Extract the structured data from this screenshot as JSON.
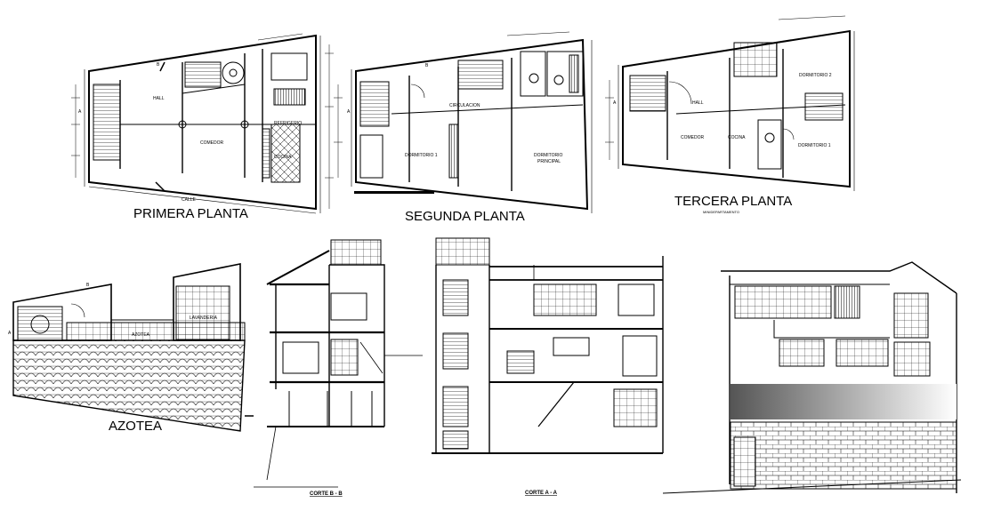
{
  "titles": {
    "primera": "PRIMERA PLANTA",
    "segunda": "SEGUNDA PLANTA",
    "tercera": "TERCERA PLANTA",
    "tercera_sub": "MINIDEPARTAMENTO",
    "azotea": "AZOTEA"
  },
  "rooms": {
    "hall": "HALL",
    "comedor": "COMEDOR",
    "cocina": "COCINA",
    "calle": "CALLE",
    "circulacion": "CIRCULACION",
    "dormitorio1": "DORMITORIO 1",
    "dormitorio2": "DORMITORIO 2",
    "dormitorio_principal_a": "DORMITORIO",
    "dormitorio_principal_b": "PRINCIPAL",
    "lavanderia": "LAVANDERIA",
    "azotea": "AZOTEA",
    "refrigerio": "REFRIGERIO"
  },
  "markers": {
    "a": "A",
    "b": "B"
  },
  "sections": {
    "corte_b": "CORTE B - B",
    "corte_a": "CORTE A - A"
  }
}
